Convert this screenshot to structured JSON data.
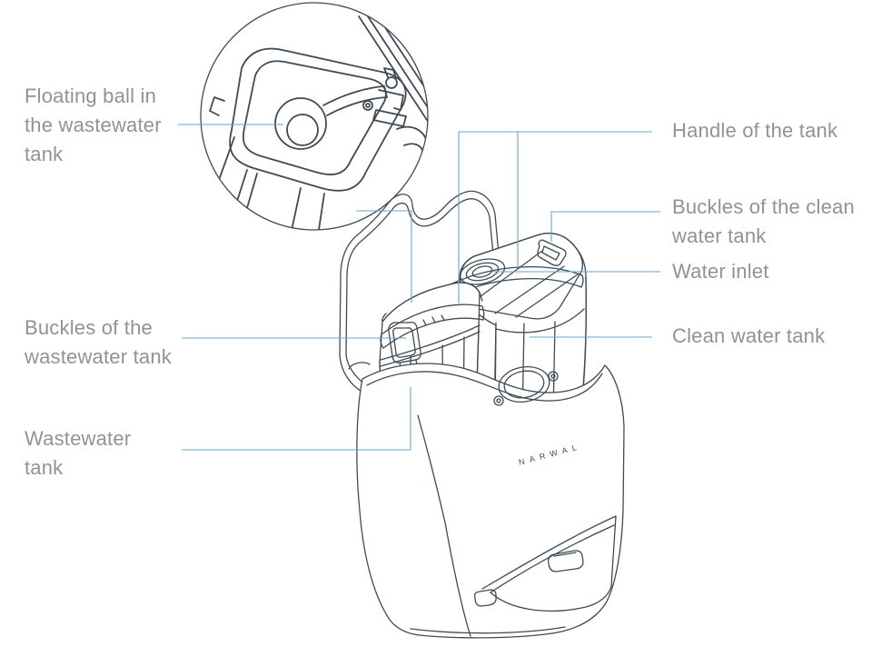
{
  "diagram": {
    "brand_logo": "NARWAL"
  },
  "colors": {
    "background": "#ffffff",
    "label_text": "#8f9398",
    "leader_line": "#6aa5c8",
    "inset_ring": "#85bedb",
    "line_art": "#3f4a54"
  },
  "labels": {
    "floating_ball": "Floating ball in the wastewater tank",
    "buckles_wastewater": "Buckles of the wastewater tank",
    "wastewater_tank": "Wastewater tank",
    "handle": "Handle of the tank",
    "buckles_clean": "Buckles of the clean water tank",
    "water_inlet": "Water inlet",
    "clean_water_tank": "Clean water tank"
  }
}
